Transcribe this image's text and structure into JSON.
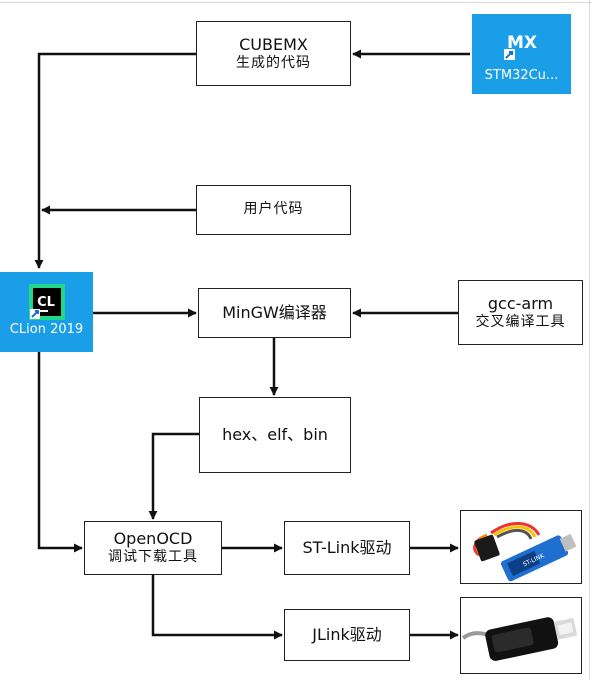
{
  "nodes": {
    "cubemx": {
      "line1": "CUBEMX",
      "line2": "生成的代码"
    },
    "user_code": {
      "line1": "用户代码"
    },
    "mingw": {
      "line1": "MinGW编译器"
    },
    "gcc_arm": {
      "line1": "gcc-arm",
      "line2": "交叉编译工具"
    },
    "hex": {
      "line1": "hex、elf、bin"
    },
    "openocd": {
      "line1": "OpenOCD",
      "line2": "调试下载工具"
    },
    "stlink": {
      "line1": "ST-Link驱动"
    },
    "jlink": {
      "line1": "JLink驱动"
    }
  },
  "apps": {
    "stm32cube": {
      "logo": "MX",
      "caption": "STM32Cu...",
      "icon": "stm32cubemx-icon"
    },
    "clion": {
      "logo": "CL",
      "caption": "CLion 2019",
      "icon": "clion-icon"
    }
  },
  "hardware": {
    "stlink": {
      "icon": "st-link-programmer-photo"
    },
    "jlink": {
      "icon": "j-link-debugger-photo"
    }
  },
  "colors": {
    "tile": "#1a9ee8",
    "line": "#222222",
    "stlink_blue": "#1f6fd1"
  }
}
